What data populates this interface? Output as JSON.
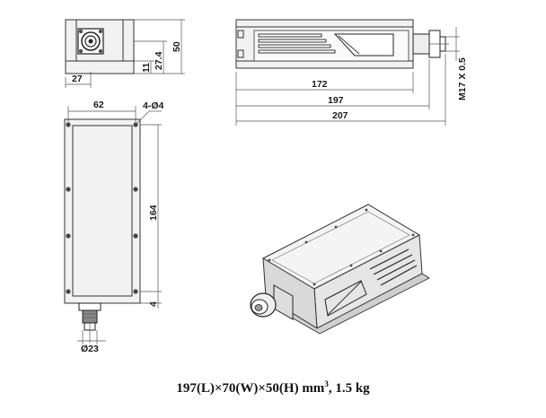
{
  "front_view": {
    "width_label": "27",
    "height_27_label": "27.4",
    "height_11_label": "11",
    "height_total_label": "50"
  },
  "side_view": {
    "len_172": "172",
    "len_197": "197",
    "len_207": "207",
    "thread_label": "M17 X 0.5"
  },
  "top_view": {
    "width_label": "62",
    "holes_label": "4-Ø4",
    "length_label": "164",
    "offset_label": "4",
    "diameter_label": "Ø23"
  },
  "caption": {
    "text": "197(L)×70(W)×50(H) mm",
    "sup": "3",
    "suffix": ", 1.5 kg"
  }
}
